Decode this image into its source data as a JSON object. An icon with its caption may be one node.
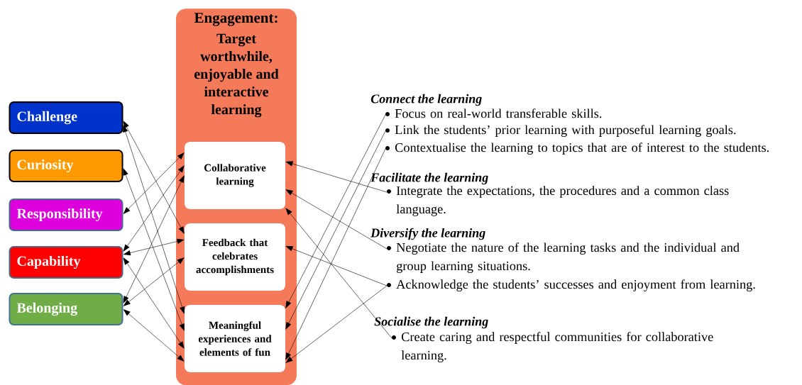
{
  "diagram": {
    "nodes": [
      {
        "text": [
          "Challenge"
        ]
      },
      {
        "text": [
          "Curiosity"
        ]
      },
      {
        "text": [
          "Responsibility"
        ]
      },
      {
        "text": [
          "Capability"
        ]
      },
      {
        "text": [
          "Belonging"
        ]
      },
      {
        "text": [
          "Engagement:",
          "Target worthwhile, enjoyable and interactive learning"
        ]
      },
      {
        "text": [
          "Collaborative learning"
        ],
        "in": 5
      },
      {
        "text": [
          "Feedback that celebrates accomplishments"
        ],
        "in": 5
      },
      {
        "text": [
          "Meaningful experiences and elements of fun"
        ],
        "in": 5
      },
      {
        "text": [
          "Focus on real-world transferable skills."
        ]
      },
      {
        "text": [
          "Link the students’ prior learning with purposeful learning goals."
        ]
      },
      {
        "text": [
          "Contextualise the learning to topics that are of interest to the students."
        ]
      },
      {
        "text": [
          "Integrate the expectations, the procedures and a common class language."
        ]
      },
      {
        "text": [
          "Negotiate the nature of the learning tasks and the individual and group learning situations."
        ]
      },
      {
        "text": [
          "Acknowledge the students’ successes and enjoyment from learning."
        ]
      },
      {
        "text": [
          "Create caring and respectful communities for collaborative learning."
        ]
      }
    ],
    "edges": [
      {
        "from": 0,
        "to": 7,
        "arrow": "both"
      },
      {
        "from": 0,
        "to": 8,
        "arrow": "both"
      },
      {
        "from": 1,
        "to": 8,
        "arrow": "both"
      },
      {
        "from": 2,
        "to": 6,
        "arrow": "both"
      },
      {
        "from": 3,
        "to": 6,
        "arrow": "both"
      },
      {
        "from": 3,
        "to": 7,
        "arrow": "both"
      },
      {
        "from": 3,
        "to": 8,
        "arrow": "both"
      },
      {
        "from": 4,
        "to": 6,
        "arrow": "both"
      },
      {
        "from": 4,
        "to": 7,
        "arrow": "both"
      },
      {
        "from": 4,
        "to": 8,
        "arrow": "both"
      },
      {
        "from": 9,
        "to": 8,
        "arrow": "to"
      },
      {
        "from": 10,
        "to": 8,
        "arrow": "to"
      },
      {
        "from": 11,
        "to": 8,
        "arrow": "to"
      },
      {
        "from": 12,
        "to": 6,
        "arrow": "to"
      },
      {
        "from": 13,
        "to": 6,
        "arrow": "to"
      },
      {
        "from": 14,
        "to": 7,
        "arrow": "to"
      },
      {
        "from": 14,
        "to": 8,
        "arrow": "to"
      },
      {
        "from": 15,
        "to": 6,
        "arrow": "to"
      }
    ],
    "labels": [
      "Connect the learning",
      "Facilitate the learning",
      "Diversify the learning",
      "Socialise the learning"
    ]
  }
}
